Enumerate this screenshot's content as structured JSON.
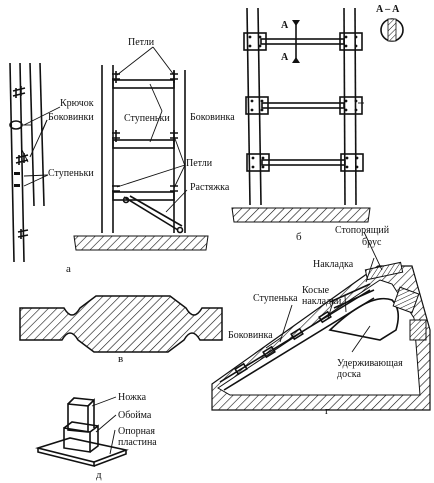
{
  "section_section_label": "A – A",
  "section_marks": [
    "A",
    "A"
  ],
  "labels": {
    "hook": "Крючок",
    "stringers_a": "Боковинки",
    "steps_a": "Ступеньки",
    "hinges_top": "Петли",
    "steps_mid": "Ступеньки",
    "stringer_b": "Боковинка",
    "hinges_mid": "Петли",
    "brace": "Растяжка",
    "step_g": "Ступенька",
    "oblique_pads": "Косые накладки",
    "pad": "Накладка",
    "stopper_1": "Стопорящий",
    "stopper_2": "брус",
    "stringer_g": "Боковинка",
    "holding_1": "Удерживающая",
    "holding_2": "доска",
    "leg": "Ножка",
    "clamp": "Обойма",
    "plate_1": "Опорная",
    "plate_2": "пластина"
  },
  "sublabels": {
    "a": "а",
    "b": "б",
    "v": "в",
    "g": "г",
    "d": "д"
  }
}
